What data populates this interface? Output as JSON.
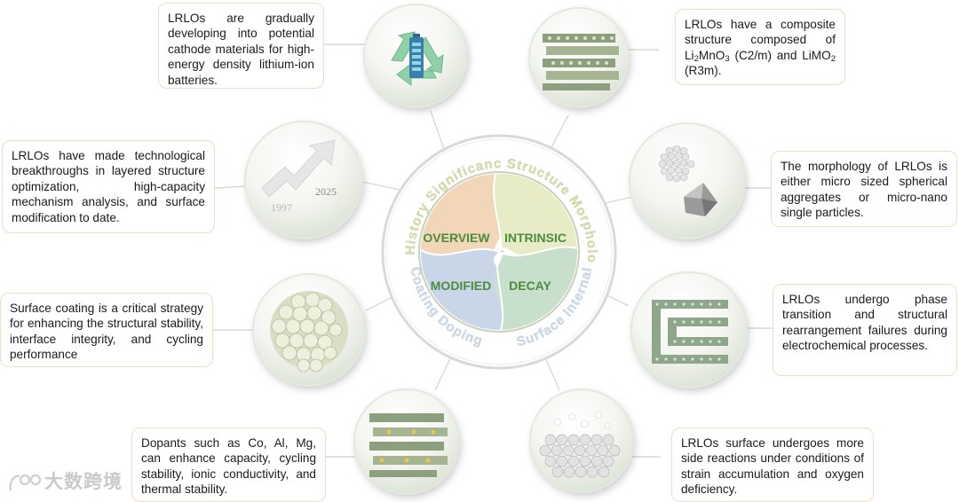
{
  "center": {
    "quadrants": {
      "overview": "OVERVIEW",
      "intrinsic": "INTRINSIC",
      "modified": "MODIFIED",
      "decay": "DECAY"
    },
    "ring_words": {
      "history": "History",
      "significance": "Significance",
      "structure": "Structure",
      "morphology": "Morphology",
      "coating": "Coating",
      "doping": "Doping",
      "surface": "Surface",
      "internal": "Internal"
    },
    "colors": {
      "overview": "#f1d6b8",
      "intrinsic": "#e7ecc6",
      "modified": "#c9d6e8",
      "decay": "#c8dfcb",
      "label": "#4c8c3e",
      "ring_text": "#d6ddb0",
      "connector": "#d8d8d8"
    }
  },
  "boxes": {
    "significance": "LRLOs are gradually developing into potential cathode materials for high-energy density lithium-ion batteries.",
    "structure": {
      "part1": "LRLOs have a composite structure composed of Li",
      "sub1": "2",
      "part2": "MnO",
      "sub2": "3",
      "part3": " (C2/m) and LiMO",
      "sub3": "2",
      "part4": " (R3m)."
    },
    "history": "LRLOs have made technological breakthroughs in layered structure optimization, high-capacity mechanism analysis, and surface modification to date.",
    "morphology": "The morphology of LRLOs is either micro sized spherical aggregates or micro-nano single particles.",
    "coating": "Surface coating is a critical strategy for enhancing the structural stability, interface integrity, and cycling performance",
    "internal": "LRLOs undergo phase transition and structural rearrangement failures during electrochemical processes.",
    "doping": "Dopants such as Co, Al, Mg, can enhance capacity, cycling stability, ionic conductivity, and thermal stability.",
    "surface": "LRLOs surface undergoes more side reactions under conditions of strain accumulation and oxygen deficiency."
  },
  "history_icon": {
    "year_start": "1997",
    "year_end": "2025"
  },
  "watermark": {
    "text": "大数跨境"
  }
}
